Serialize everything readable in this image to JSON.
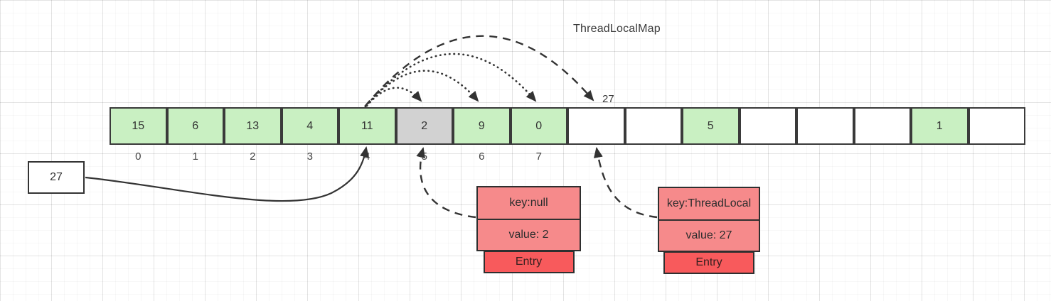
{
  "title": "ThreadLocalMap",
  "colors": {
    "cell_green": "#c9f0c2",
    "cell_gray": "#d2d2d2",
    "cell_empty": "#ffffff",
    "cell_border": "#3a3a3a",
    "entry_row_fill": "#f68a8b",
    "entry_footer_fill": "#f85a5c",
    "entry_border": "#2f2f2f",
    "arrow_color": "#333333"
  },
  "array": {
    "cells": [
      {
        "value": "15",
        "state": "green",
        "index": "0"
      },
      {
        "value": "6",
        "state": "green",
        "index": "1"
      },
      {
        "value": "13",
        "state": "green",
        "index": "2"
      },
      {
        "value": "4",
        "state": "green",
        "index": "3"
      },
      {
        "value": "11",
        "state": "green",
        "index": "4"
      },
      {
        "value": "2",
        "state": "gray",
        "index": "5"
      },
      {
        "value": "9",
        "state": "green",
        "index": "6"
      },
      {
        "value": "0",
        "state": "green",
        "index": "7"
      },
      {
        "value": "",
        "state": "empty",
        "index": ""
      },
      {
        "value": "",
        "state": "empty",
        "index": ""
      },
      {
        "value": "5",
        "state": "green",
        "index": ""
      },
      {
        "value": "",
        "state": "empty",
        "index": ""
      },
      {
        "value": "",
        "state": "empty",
        "index": ""
      },
      {
        "value": "",
        "state": "empty",
        "index": ""
      },
      {
        "value": "1",
        "state": "green",
        "index": ""
      },
      {
        "value": "",
        "state": "empty",
        "index": ""
      }
    ]
  },
  "external_box": {
    "value": "27"
  },
  "probe_label": "27",
  "entries": [
    {
      "key": "key:null",
      "value": "value: 2",
      "footer": "Entry"
    },
    {
      "key": "key:ThreadLocal",
      "value": "value: 27",
      "footer": "Entry"
    }
  ]
}
